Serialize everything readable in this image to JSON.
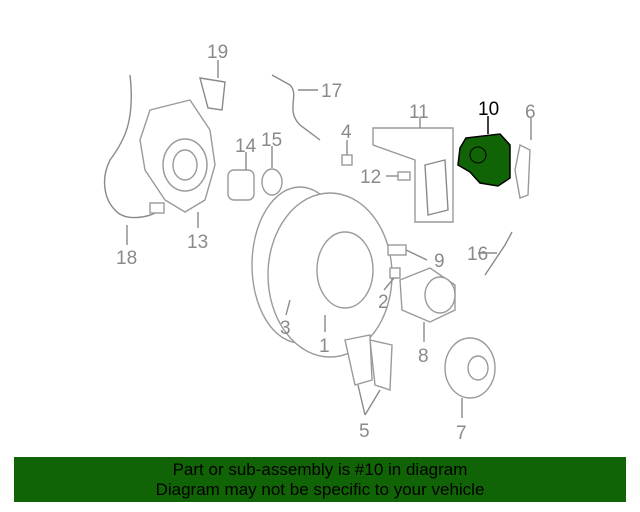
{
  "diagram": {
    "highlighted_part": "10",
    "highlight_color": "#116405",
    "callouts": [
      "1",
      "2",
      "3",
      "4",
      "5",
      "6",
      "7",
      "8",
      "9",
      "10",
      "11",
      "12",
      "13",
      "14",
      "15",
      "16",
      "17",
      "18",
      "19"
    ]
  },
  "banner": {
    "line1": "Part or sub-assembly is #10 in diagram",
    "line2": "Diagram may not be specific to your vehicle",
    "background": "#116405"
  }
}
